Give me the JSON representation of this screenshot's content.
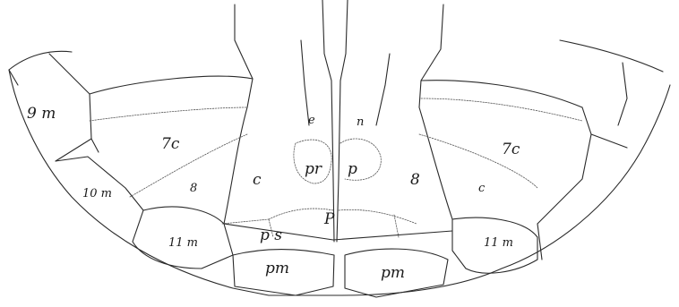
{
  "figure": {
    "labels": {
      "m9": "9 m",
      "c7_left": "7c",
      "c7_right": "7c",
      "e_upper": "e",
      "n_upper": "n",
      "m10": "10 m",
      "s8_left": "8",
      "c_left": "c",
      "pr": "pr",
      "p_upper": "p",
      "s8_right": "8",
      "c_right": "c",
      "p_center": "P",
      "ps": "p s",
      "m11_left": "11 m",
      "m11_right": "11 m",
      "pm_left": "pm",
      "pm_right": "pm"
    }
  }
}
